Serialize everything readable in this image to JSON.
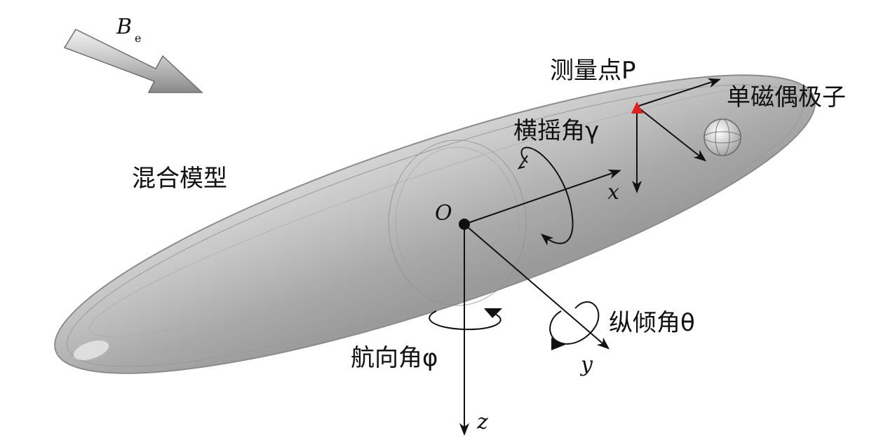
{
  "labels": {
    "field": "B",
    "field_sub": "e",
    "measure_point": "测量点P",
    "dipole": "单磁偶极子",
    "roll": "横摇角γ",
    "model": "混合模型",
    "origin": "O",
    "axis_x": "x",
    "axis_y": "y",
    "axis_z": "z",
    "pitch": "纵倾角θ",
    "yaw": "航向角φ"
  },
  "colors": {
    "hull": "#b9b9b9",
    "hull_dark": "#8c8c8c",
    "marker": "#e02020",
    "ink": "#111111"
  }
}
